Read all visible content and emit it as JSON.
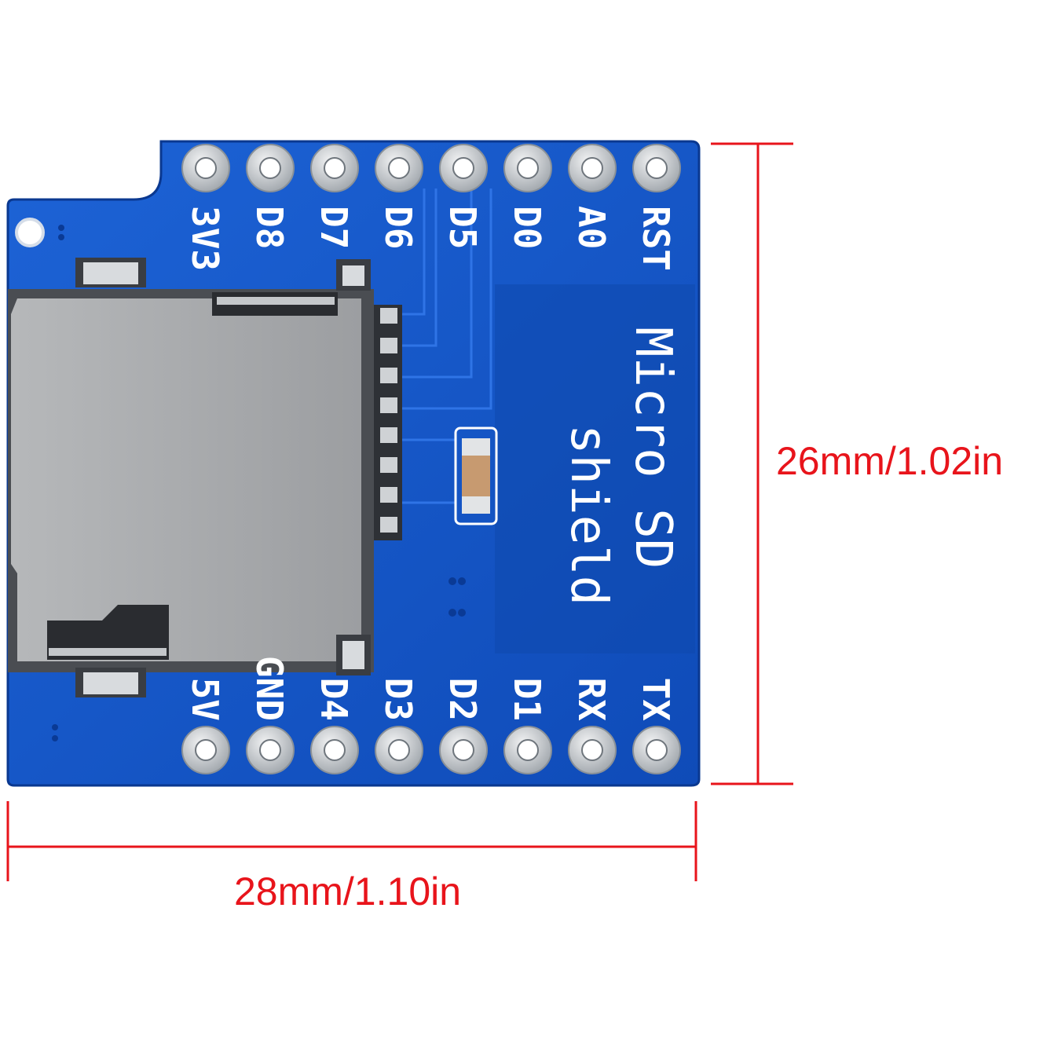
{
  "board": {
    "title_line1": "Micro SD",
    "title_line2": "shield",
    "top_pins": [
      "3V3",
      "D8",
      "D7",
      "D6",
      "D5",
      "D0",
      "A0",
      "RST"
    ],
    "bottom_pins": [
      "5V",
      "GND",
      "D4",
      "D3",
      "D2",
      "D1",
      "RX",
      "TX"
    ],
    "colors": {
      "pcb": "#1656c8",
      "pcb_dark": "#0c3fa0",
      "silk": "#ffffff",
      "pad": "#c9ced3",
      "sd_card": "#a7a9ab",
      "dimension": "#e8141b"
    }
  },
  "dimensions": {
    "height_label": "26mm/1.02in",
    "width_label": "28mm/1.10in"
  }
}
